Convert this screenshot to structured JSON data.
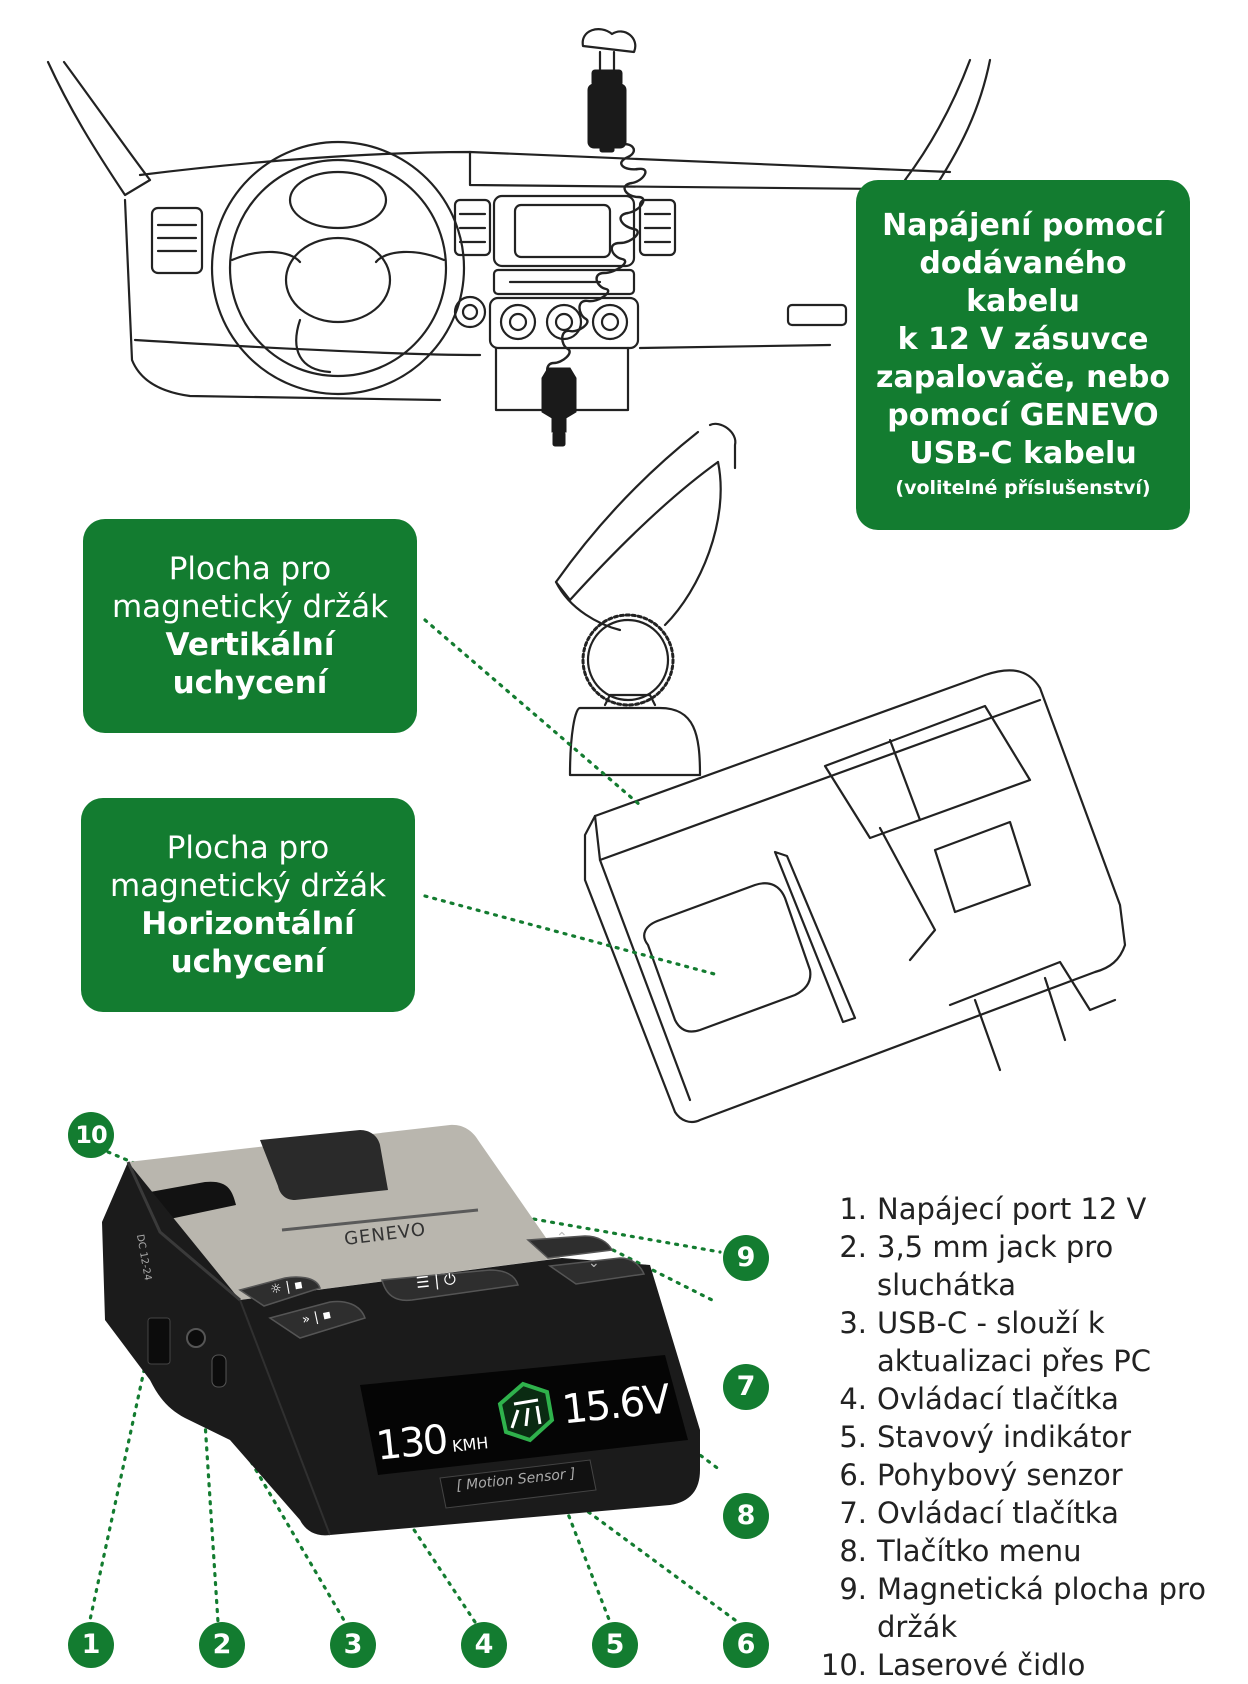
{
  "boxes": {
    "power": {
      "lines": [
        "Napájení pomocí",
        "dodávaného",
        "kabelu",
        "k 12 V zásuvce",
        "zapalovače, nebo",
        "pomocí GENEVO",
        "USB-C kabelu"
      ],
      "note": "(volitelné příslušenství)"
    },
    "vertical": {
      "line1": "Plocha pro",
      "line2": "magnetický držák",
      "bold1": "Vertikální",
      "bold2": "uchycení"
    },
    "horizontal": {
      "line1": "Plocha pro",
      "line2": "magnetický držák",
      "bold1": "Horizontální",
      "bold2": "uchycení"
    }
  },
  "device": {
    "brand": "GENEVO",
    "side_label": "DC 12-24",
    "speed": "130",
    "speed_unit": "KMH",
    "voltage": "15.6V",
    "sensor_label": "Motion Sensor"
  },
  "badges": [
    "1",
    "2",
    "3",
    "4",
    "5",
    "6",
    "7",
    "8",
    "9",
    "10"
  ],
  "legend": [
    {
      "num": "1.",
      "text": "Napájecí port 12 V"
    },
    {
      "num": "2.",
      "text": "3,5 mm jack pro sluchátka"
    },
    {
      "num": "3.",
      "text": "USB-C - slouží k aktualizaci přes PC"
    },
    {
      "num": "4.",
      "text": "Ovládací tlačítka"
    },
    {
      "num": "5.",
      "text": "Stavový indikátor"
    },
    {
      "num": "6.",
      "text": "Pohybový senzor"
    },
    {
      "num": "7.",
      "text": "Ovládací tlačítka"
    },
    {
      "num": "8.",
      "text": "Tlačítko menu"
    },
    {
      "num": "9.",
      "text": "Magnetická plocha pro držák"
    },
    {
      "num": "10.",
      "text": "Laserové čidlo"
    }
  ],
  "colors": {
    "green": "#137c30",
    "outline": "#222222",
    "device_body": "#1b1b1b",
    "device_top": "#b9b6ae"
  }
}
